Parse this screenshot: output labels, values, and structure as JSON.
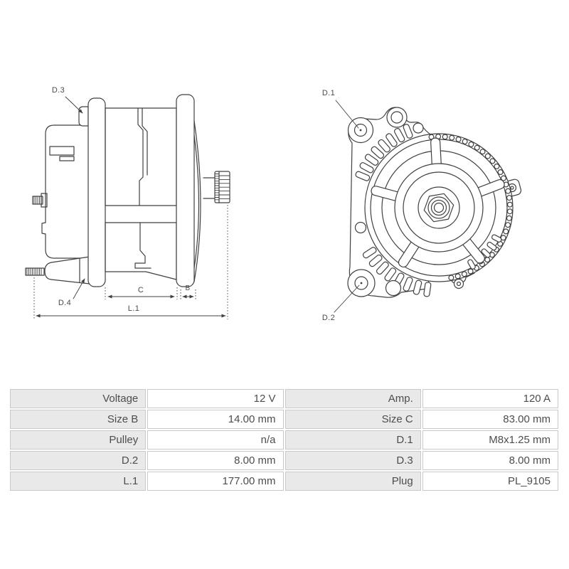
{
  "colors": {
    "line": "#404040",
    "label_text": "#4a4a4a",
    "table_label_bg": "#e9e9e9",
    "table_border": "#c9c9c9",
    "table_text": "#4d4d4d",
    "background": "#ffffff"
  },
  "diagram": {
    "side_view_labels": {
      "d3": "D.3",
      "d4": "D.4",
      "c": "C",
      "b": "B",
      "l1": "L.1"
    },
    "front_view_labels": {
      "d1": "D.1",
      "d2": "D.2"
    }
  },
  "table": {
    "rows": [
      [
        "Voltage",
        "12 V",
        "Amp.",
        "120 A"
      ],
      [
        "Size B",
        "14.00 mm",
        "Size C",
        "83.00 mm"
      ],
      [
        "Pulley",
        "n/a",
        "D.1",
        "M8x1.25 mm"
      ],
      [
        "D.2",
        "8.00 mm",
        "D.3",
        "8.00 mm"
      ],
      [
        "L.1",
        "177.00 mm",
        "Plug",
        "PL_9105"
      ]
    ]
  }
}
